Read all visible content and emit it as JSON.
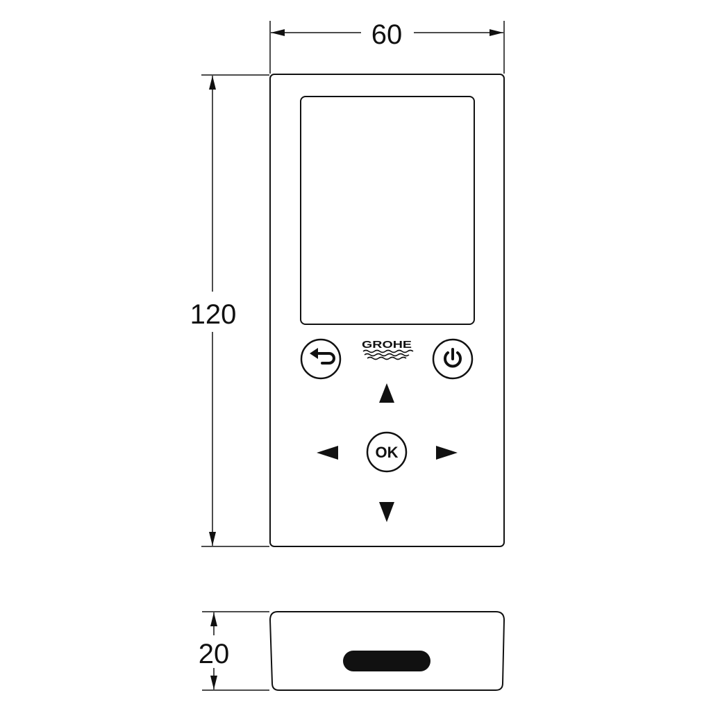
{
  "dimensions": {
    "width": "60",
    "height": "120",
    "depth": "20"
  },
  "remote": {
    "brand_logo": "GROHE",
    "buttons": {
      "back": {
        "icon": "back-arrow-icon"
      },
      "power": {
        "icon": "power-icon"
      },
      "up": {
        "icon": "triangle-up-icon"
      },
      "left": {
        "icon": "triangle-left-icon"
      },
      "ok": {
        "label": "OK"
      },
      "right": {
        "icon": "triangle-right-icon"
      },
      "down": {
        "icon": "triangle-down-icon"
      }
    }
  },
  "colors": {
    "line": "#111111",
    "background": "#ffffff"
  }
}
